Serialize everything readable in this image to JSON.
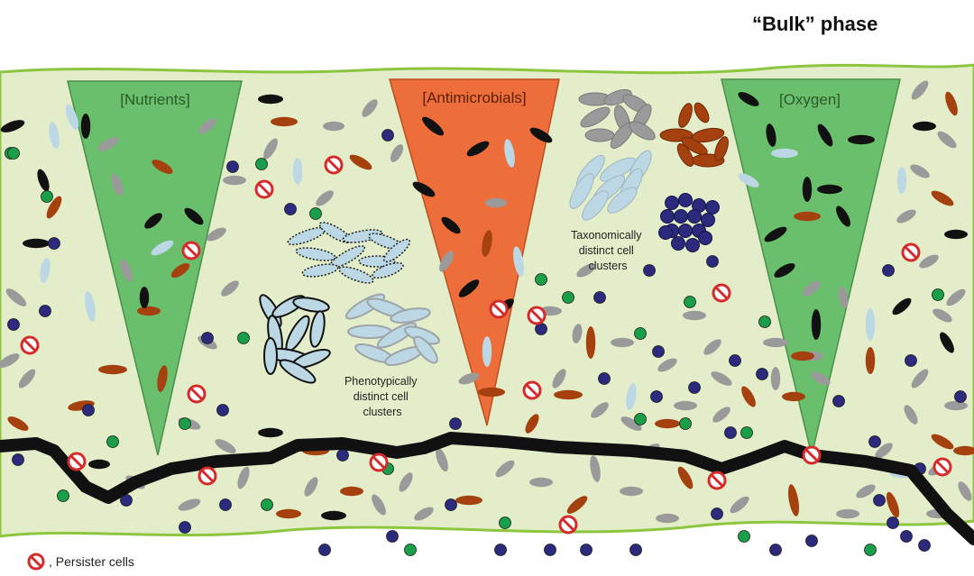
{
  "header": {
    "phase_label": "“Bulk” phase"
  },
  "gradients": {
    "nutrients": "[Nutrients]",
    "antimicrobials": "[Antimicrobials]",
    "oxygen": "[Oxygen]"
  },
  "annotations": {
    "taxonomic_line1": "Taxonomically",
    "taxonomic_line2": "distinct cell",
    "taxonomic_line3": "clusters",
    "phenotypic_line1": "Phenotypically",
    "phenotypic_line2": "distinct cell",
    "phenotypic_line3": "clusters"
  },
  "legend": {
    "persister_label": ", Persister cells"
  },
  "colors": {
    "matrix": "#e4edc9",
    "matrix_edge": "#8cc63f",
    "nutrient_gradient": "#6abf6c",
    "antimicrobial_gradient": "#ee6e3b",
    "oxygen_gradient": "#6abf6c",
    "cell_black": "#111111",
    "cell_gray": "#9a9a9a",
    "cell_brown": "#a4410e",
    "cell_lightblue": "#bcd8e4",
    "cell_navy": "#2c2a7c",
    "cell_green": "#1a9e48",
    "persister_red": "#d52b2b"
  }
}
